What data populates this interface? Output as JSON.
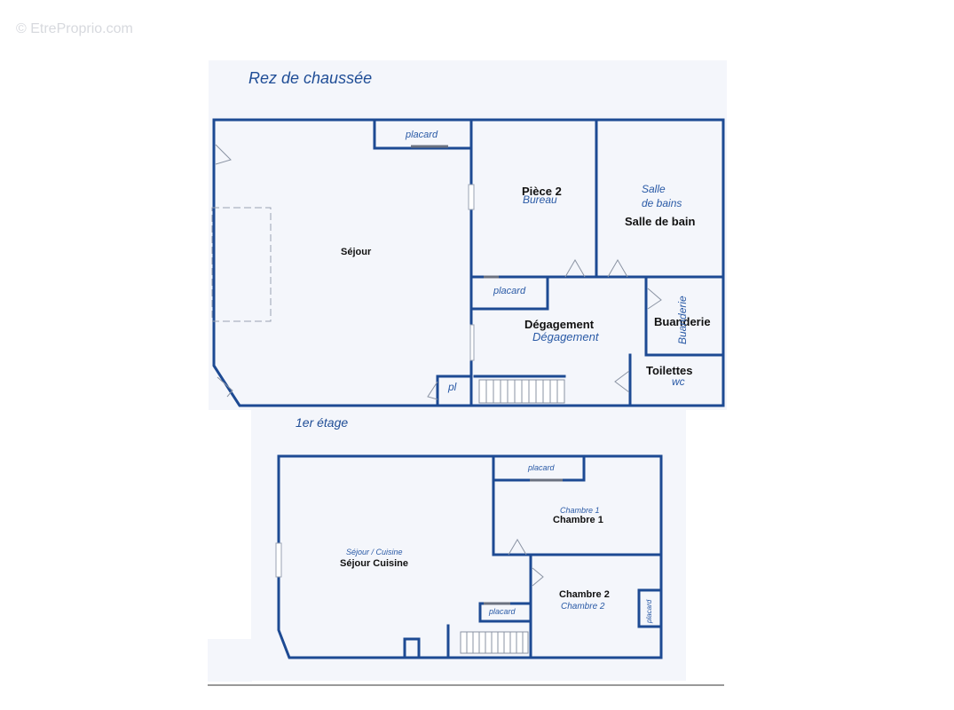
{
  "watermark": "© EtreProprio.com",
  "floors": {
    "ground": {
      "title": "Rez de chaussée",
      "rooms": {
        "sejour": "Séjour",
        "placard_top": "placard",
        "piece2": "Pièce 2",
        "bureau": "Bureau",
        "salle_de_bains_1": "Salle",
        "salle_de_bains_2": "de bains",
        "salle_de_bain": "Salle de bain",
        "placard_mid": "placard",
        "degagement_bold": "Dégagement",
        "degagement_italic": "Dégagement",
        "buanderie_bold": "Buanderie",
        "buanderie_italic": "Buanderie",
        "toilettes": "Toilettes",
        "wc": "wc",
        "pl": "pl"
      }
    },
    "first": {
      "title": "1er étage",
      "rooms": {
        "placard_top": "placard",
        "chambre1_italic": "Chambre 1",
        "chambre1_bold": "Chambre 1",
        "sejour_cuisine_italic": "Séjour / Cuisine",
        "sejour_cuisine_bold": "Séjour Cuisine",
        "chambre2_bold": "Chambre 2",
        "chambre2_italic": "Chambre 2",
        "placard_bottom": "placard",
        "placard_side": "placard"
      }
    }
  },
  "colors": {
    "wall": "#1d4a93",
    "label_italic": "#2a5aa6",
    "background": "#f4f6fb"
  }
}
